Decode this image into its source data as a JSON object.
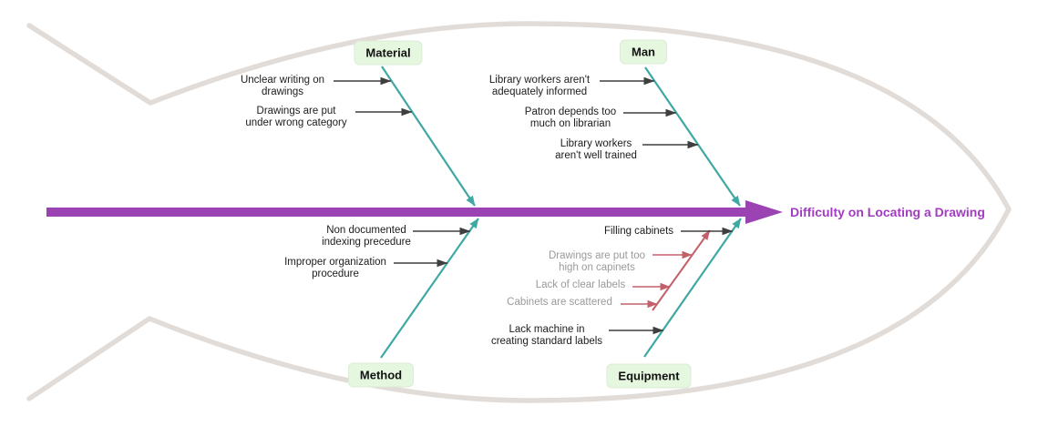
{
  "diagram": {
    "type": "fishbone-cause-effect",
    "effect": {
      "text": "Difficulty on Locating a Drawing"
    },
    "categories": [
      {
        "label": "Material",
        "causes": [
          {
            "text": "Unclear writing on\ndrawings"
          },
          {
            "text": "Drawings are put\nunder wrong category"
          }
        ]
      },
      {
        "label": "Man",
        "causes": [
          {
            "text": "Library workers aren't\nadequately informed"
          },
          {
            "text": "Patron depends too\nmuch on librarian"
          },
          {
            "text": "Library workers\naren't well trained"
          }
        ]
      },
      {
        "label": "Method",
        "causes": [
          {
            "text": "Non documented\nindexing precedure"
          },
          {
            "text": "Improper organization\nprocedure"
          }
        ]
      },
      {
        "label": "Equipment",
        "causes": [
          {
            "text": "Filling cabinets",
            "sub_causes": [
              {
                "text": "Drawings are put too\nhigh on capinets"
              },
              {
                "text": "Lack of clear labels"
              },
              {
                "text": "Cabinets are scattered"
              }
            ]
          },
          {
            "text": "Lack machine in\ncreating standard labels"
          }
        ]
      }
    ],
    "colors": {
      "spine": "#9b43b3",
      "effect_text": "#a23cc2",
      "bone": "#3fa8a3",
      "sub_bone": "#c2606b",
      "cause_arrow": "#3f3f3f",
      "muted_cause_text": "#9a9a9a",
      "category_bg": "#e5f7df",
      "fish_outline": "#e2dcd8"
    }
  }
}
